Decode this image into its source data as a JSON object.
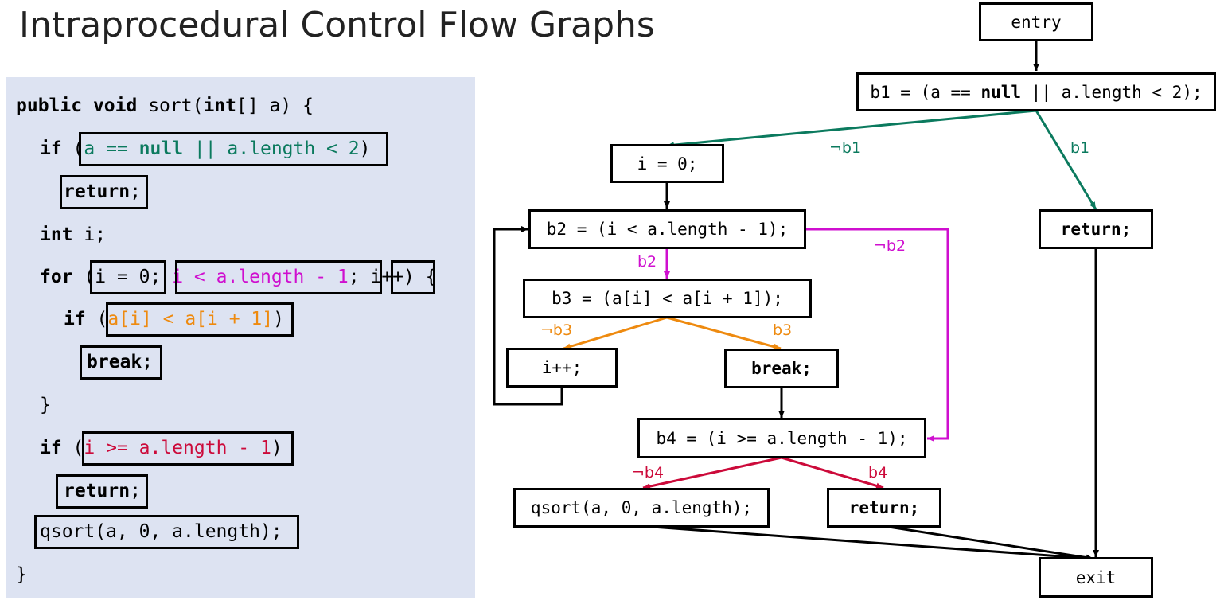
{
  "title": "Intraprocedural Control Flow Graphs",
  "code": {
    "line1": {
      "kw1": "public",
      "kw2": "void",
      "mid": " sort(",
      "kw3": "int",
      "end": "[] a) {"
    },
    "line2": {
      "kw": "if",
      "open": " (",
      "cond_pre": "a == ",
      "cond_kw": "null",
      "cond_post": " || a.length < 2",
      "close": ")"
    },
    "line3": {
      "kw": "return",
      "end": ";"
    },
    "line4": {
      "kw": "int",
      "end": " i;"
    },
    "line5": {
      "kw": "for",
      "open": " (",
      "init": "i = 0",
      "sep1": "; ",
      "cond": "i < a.length - 1",
      "sep2": "; ",
      "step": "i++",
      "end": ") {"
    },
    "line6": {
      "kw": "if",
      "open": " (",
      "cond": "a[i] < a[i + 1]",
      "close": ")"
    },
    "line7": {
      "kw": "break",
      "end": ";"
    },
    "line8": {
      "text": "}"
    },
    "line9": {
      "kw": "if",
      "open": " (",
      "cond": "i >= a.length - 1",
      "close": ")"
    },
    "line10": {
      "kw": "return",
      "end": ";"
    },
    "line11": {
      "text": "qsort(a, 0, a.length);"
    },
    "line12": {
      "text": "}"
    }
  },
  "nodes": {
    "entry": "entry",
    "b1": {
      "pre": "b1 = (a == ",
      "kw": "null",
      "post": " || a.length < 2);"
    },
    "i_init": "i = 0;",
    "return_top": "return;",
    "b2": "b2 = (i < a.length - 1);",
    "b3": "b3 = (a[i] < a[i + 1]);",
    "i_inc": "i++;",
    "break": "break;",
    "b4": "b4 = (i >= a.length - 1);",
    "qsort": "qsort(a, 0, a.length);",
    "return_bottom": "return;",
    "exit": "exit"
  },
  "edge_labels": {
    "not_b1": "¬b1",
    "b1": "b1",
    "b2": "b2",
    "not_b2": "¬b2",
    "not_b3": "¬b3",
    "b3": "b3",
    "not_b4": "¬b4",
    "b4": "b4"
  },
  "colors": {
    "blue": "#3467f5",
    "teal": "#0b7a5e",
    "magenta": "#cf0fcf",
    "orange": "#ee8a0f",
    "red": "#cc0a3a",
    "code_bg": "#dde3f2"
  }
}
